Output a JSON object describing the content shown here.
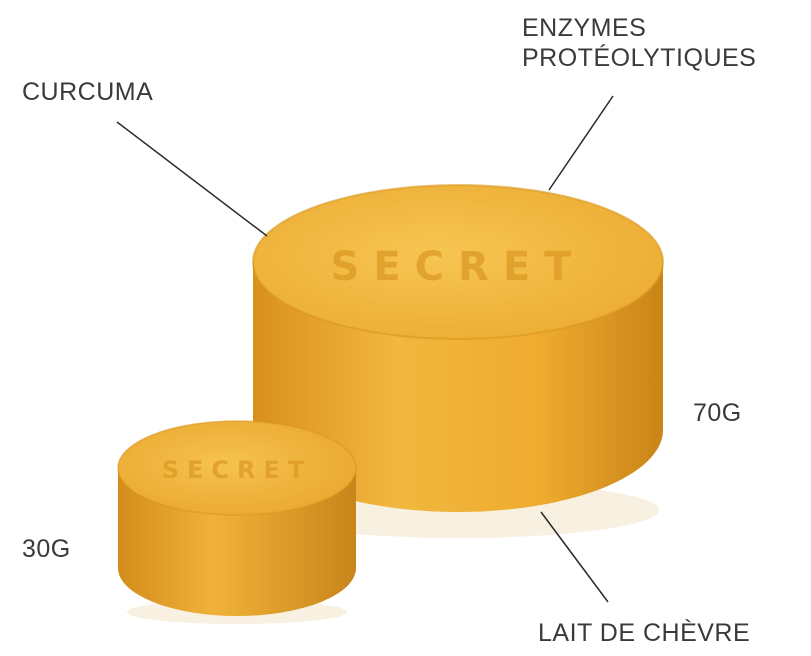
{
  "labels": {
    "enzymes_line1": "ENZYMES",
    "enzymes_line2": "PROTÉOLYTIQUES",
    "curcuma": "CURCUMA",
    "weight_large": "70G",
    "weight_small": "30G",
    "lait": "LAIT DE CHÈVRE"
  },
  "soap_stamp_text": "SECRET",
  "colors": {
    "text": "#3a3a3a",
    "leader_line": "#2a2a2a",
    "soap_top": "#f0b43a",
    "soap_side": "#e9a52a",
    "soap_shadow": "#c07c14"
  }
}
